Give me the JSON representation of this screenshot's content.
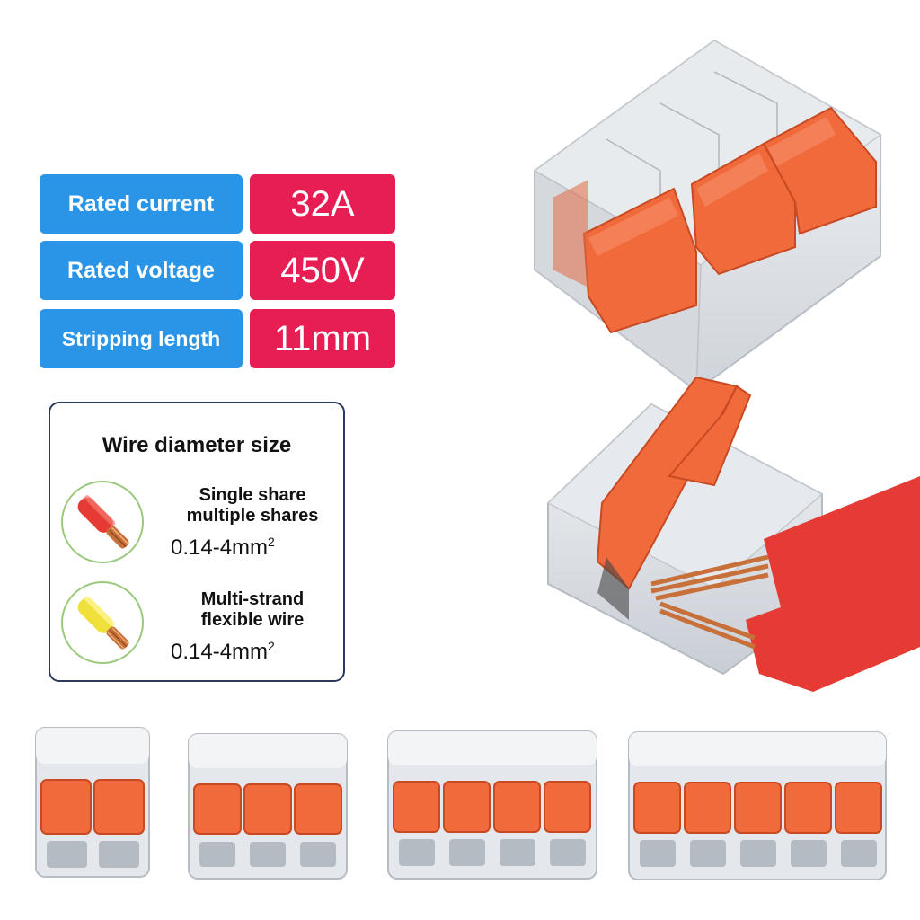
{
  "specs": [
    {
      "label": "Rated current",
      "value": "32A"
    },
    {
      "label": "Rated voltage",
      "value": "450V"
    },
    {
      "label": "Stripping length",
      "value": "11mm"
    }
  ],
  "wire_card": {
    "title": "Wire diameter size",
    "types": [
      {
        "line1": "Single share",
        "line2": "multiple shares",
        "range": "0.14-4mm",
        "unit_sup": "2",
        "insulation": "red"
      },
      {
        "line1": "Multi-strand",
        "line2": "flexible wire",
        "range": "0.14-4mm",
        "unit_sup": "2",
        "insulation": "yellow"
      }
    ]
  },
  "colors": {
    "label_blue": "#2a95e6",
    "value_red": "#e61e53",
    "lever_orange": "#f06a3c",
    "housing_clear": "#dfe3e8",
    "copper": "#c8703a",
    "wire_red": "#e63a35",
    "wire_yellow": "#f0e03c"
  },
  "connectors_row": [
    2,
    3,
    4,
    5
  ]
}
